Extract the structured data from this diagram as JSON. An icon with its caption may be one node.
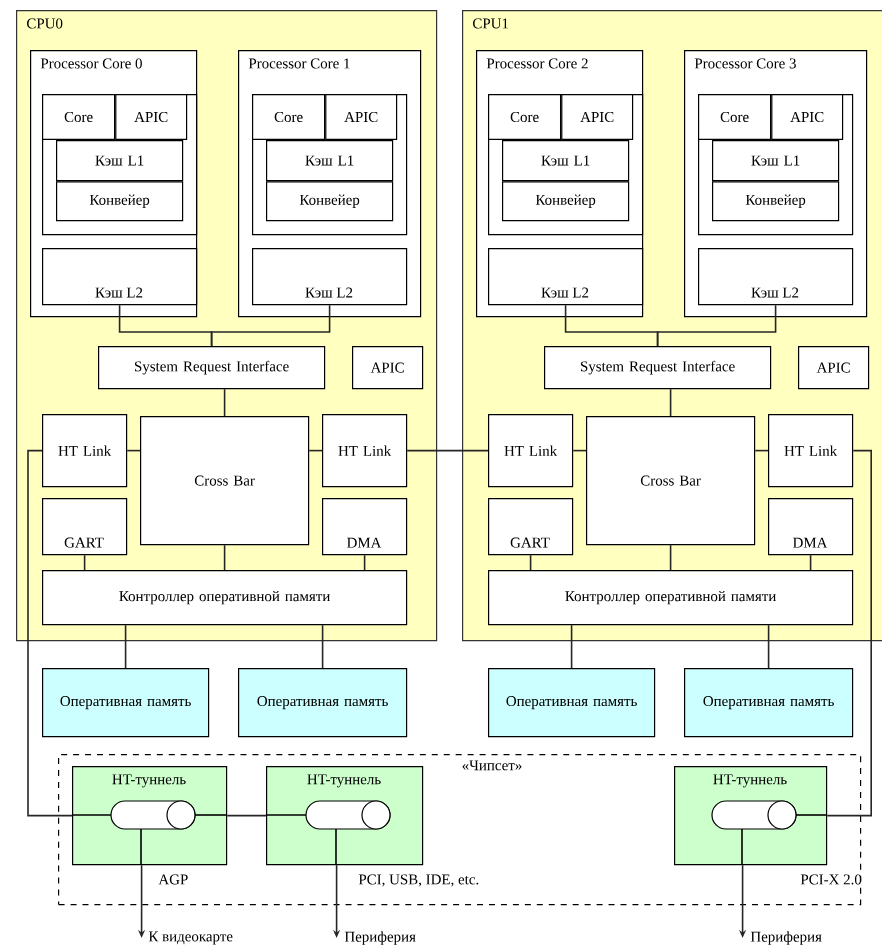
{
  "diagram": {
    "nodes": [
      {
        "text": [
          "CPU0"
        ]
      },
      {
        "text": [
          "Processor Core 0"
        ],
        "in": 0
      },
      {
        "text": [],
        "shape": "box",
        "in": 1
      },
      {
        "text": [
          "Core"
        ],
        "in": 2
      },
      {
        "text": [
          "APIC"
        ],
        "in": 2
      },
      {
        "text": [
          "Кэш L1"
        ],
        "in": 2
      },
      {
        "text": [
          "Конвейер"
        ],
        "in": 2
      },
      {
        "text": [
          "Кэш L2"
        ],
        "in": 1
      },
      {
        "text": [
          "Processor Core 1"
        ],
        "in": 0
      },
      {
        "text": [],
        "shape": "box",
        "in": 8
      },
      {
        "text": [
          "Core"
        ],
        "in": 9
      },
      {
        "text": [
          "APIC"
        ],
        "in": 9
      },
      {
        "text": [
          "Кэш L1"
        ],
        "in": 9
      },
      {
        "text": [
          "Конвейер"
        ],
        "in": 9
      },
      {
        "text": [
          "Кэш L2"
        ],
        "in": 8
      },
      {
        "text": [
          "System Request Interface"
        ],
        "in": 0
      },
      {
        "text": [
          "APIC"
        ],
        "in": 0
      },
      {
        "text": [
          "HT Link"
        ],
        "in": 0
      },
      {
        "text": [
          "Cross Bar"
        ],
        "in": 0
      },
      {
        "text": [
          "HT Link"
        ],
        "in": 0
      },
      {
        "text": [
          "GART"
        ],
        "in": 0
      },
      {
        "text": [
          "DMA"
        ],
        "in": 0
      },
      {
        "text": [
          "Контроллер оперативной памяти"
        ],
        "in": 0
      },
      {
        "text": [
          "CPU1"
        ]
      },
      {
        "text": [
          "Processor Core 2"
        ],
        "in": 23
      },
      {
        "text": [],
        "shape": "box",
        "in": 24
      },
      {
        "text": [
          "Core"
        ],
        "in": 25
      },
      {
        "text": [
          "APIC"
        ],
        "in": 25
      },
      {
        "text": [
          "Кэш L1"
        ],
        "in": 25
      },
      {
        "text": [
          "Конвейер"
        ],
        "in": 25
      },
      {
        "text": [
          "Кэш L2"
        ],
        "in": 24
      },
      {
        "text": [
          "Processor Core 3"
        ],
        "in": 23
      },
      {
        "text": [],
        "shape": "box",
        "in": 31
      },
      {
        "text": [
          "Core"
        ],
        "in": 32
      },
      {
        "text": [
          "APIC"
        ],
        "in": 32
      },
      {
        "text": [
          "Кэш L1"
        ],
        "in": 32
      },
      {
        "text": [
          "Конвейер"
        ],
        "in": 32
      },
      {
        "text": [
          "Кэш L2"
        ],
        "in": 31
      },
      {
        "text": [
          "System Request Interface"
        ],
        "in": 23
      },
      {
        "text": [
          "APIC"
        ],
        "in": 23
      },
      {
        "text": [
          "HT Link"
        ],
        "in": 23
      },
      {
        "text": [
          "Cross Bar"
        ],
        "in": 23
      },
      {
        "text": [
          "HT Link"
        ],
        "in": 23
      },
      {
        "text": [
          "GART"
        ],
        "in": 23
      },
      {
        "text": [
          "DMA"
        ],
        "in": 23
      },
      {
        "text": [
          "Контроллер оперативной памяти"
        ],
        "in": 23
      },
      {
        "text": [
          "Оперативная память"
        ]
      },
      {
        "text": [
          "Оперативная память"
        ]
      },
      {
        "text": [
          "Оперативная память"
        ]
      },
      {
        "text": [
          "Оперативная память"
        ]
      },
      {
        "text": [
          "«Чипсет»"
        ]
      },
      {
        "text": [
          "HT-туннель"
        ],
        "beside": [
          "AGP"
        ],
        "in": 50
      },
      {
        "text": [
          "HT-туннель"
        ],
        "beside": [
          "PCI, USB, IDE, etc."
        ],
        "in": 50
      },
      {
        "text": [
          "HT-туннель"
        ],
        "beside": [
          "PCI-X 2.0"
        ],
        "in": 50
      },
      {
        "text": [
          "К видеокарте"
        ]
      },
      {
        "text": [
          "Периферия"
        ]
      },
      {
        "text": [
          "Периферия"
        ]
      }
    ],
    "edges": [
      {
        "from": 7,
        "to": 15,
        "arrow": "none"
      },
      {
        "from": 14,
        "to": 15,
        "arrow": "none"
      },
      {
        "from": 15,
        "to": 18,
        "arrow": "none"
      },
      {
        "from": 17,
        "to": 18,
        "arrow": "none"
      },
      {
        "from": 18,
        "to": 19,
        "arrow": "none"
      },
      {
        "from": 20,
        "to": 22,
        "arrow": "none"
      },
      {
        "from": 18,
        "to": 22,
        "arrow": "none"
      },
      {
        "from": 21,
        "to": 22,
        "arrow": "none"
      },
      {
        "from": 22,
        "to": 46,
        "arrow": "none"
      },
      {
        "from": 22,
        "to": 47,
        "arrow": "none"
      },
      {
        "from": 30,
        "to": 38,
        "arrow": "none"
      },
      {
        "from": 37,
        "to": 38,
        "arrow": "none"
      },
      {
        "from": 38,
        "to": 41,
        "arrow": "none"
      },
      {
        "from": 40,
        "to": 41,
        "arrow": "none"
      },
      {
        "from": 41,
        "to": 42,
        "arrow": "none"
      },
      {
        "from": 43,
        "to": 45,
        "arrow": "none"
      },
      {
        "from": 41,
        "to": 45,
        "arrow": "none"
      },
      {
        "from": 44,
        "to": 45,
        "arrow": "none"
      },
      {
        "from": 45,
        "to": 48,
        "arrow": "none"
      },
      {
        "from": 45,
        "to": 49,
        "arrow": "none"
      },
      {
        "from": 19,
        "to": 40,
        "arrow": "none"
      },
      {
        "from": 17,
        "to": 51,
        "arrow": "none"
      },
      {
        "from": 42,
        "to": 53,
        "arrow": "none"
      },
      {
        "from": 51,
        "to": 52,
        "arrow": "none"
      },
      {
        "from": 51,
        "to": 54,
        "arrow": "to"
      },
      {
        "from": 52,
        "to": 55,
        "arrow": "to"
      },
      {
        "from": 53,
        "to": 56,
        "arrow": "to"
      }
    ]
  }
}
